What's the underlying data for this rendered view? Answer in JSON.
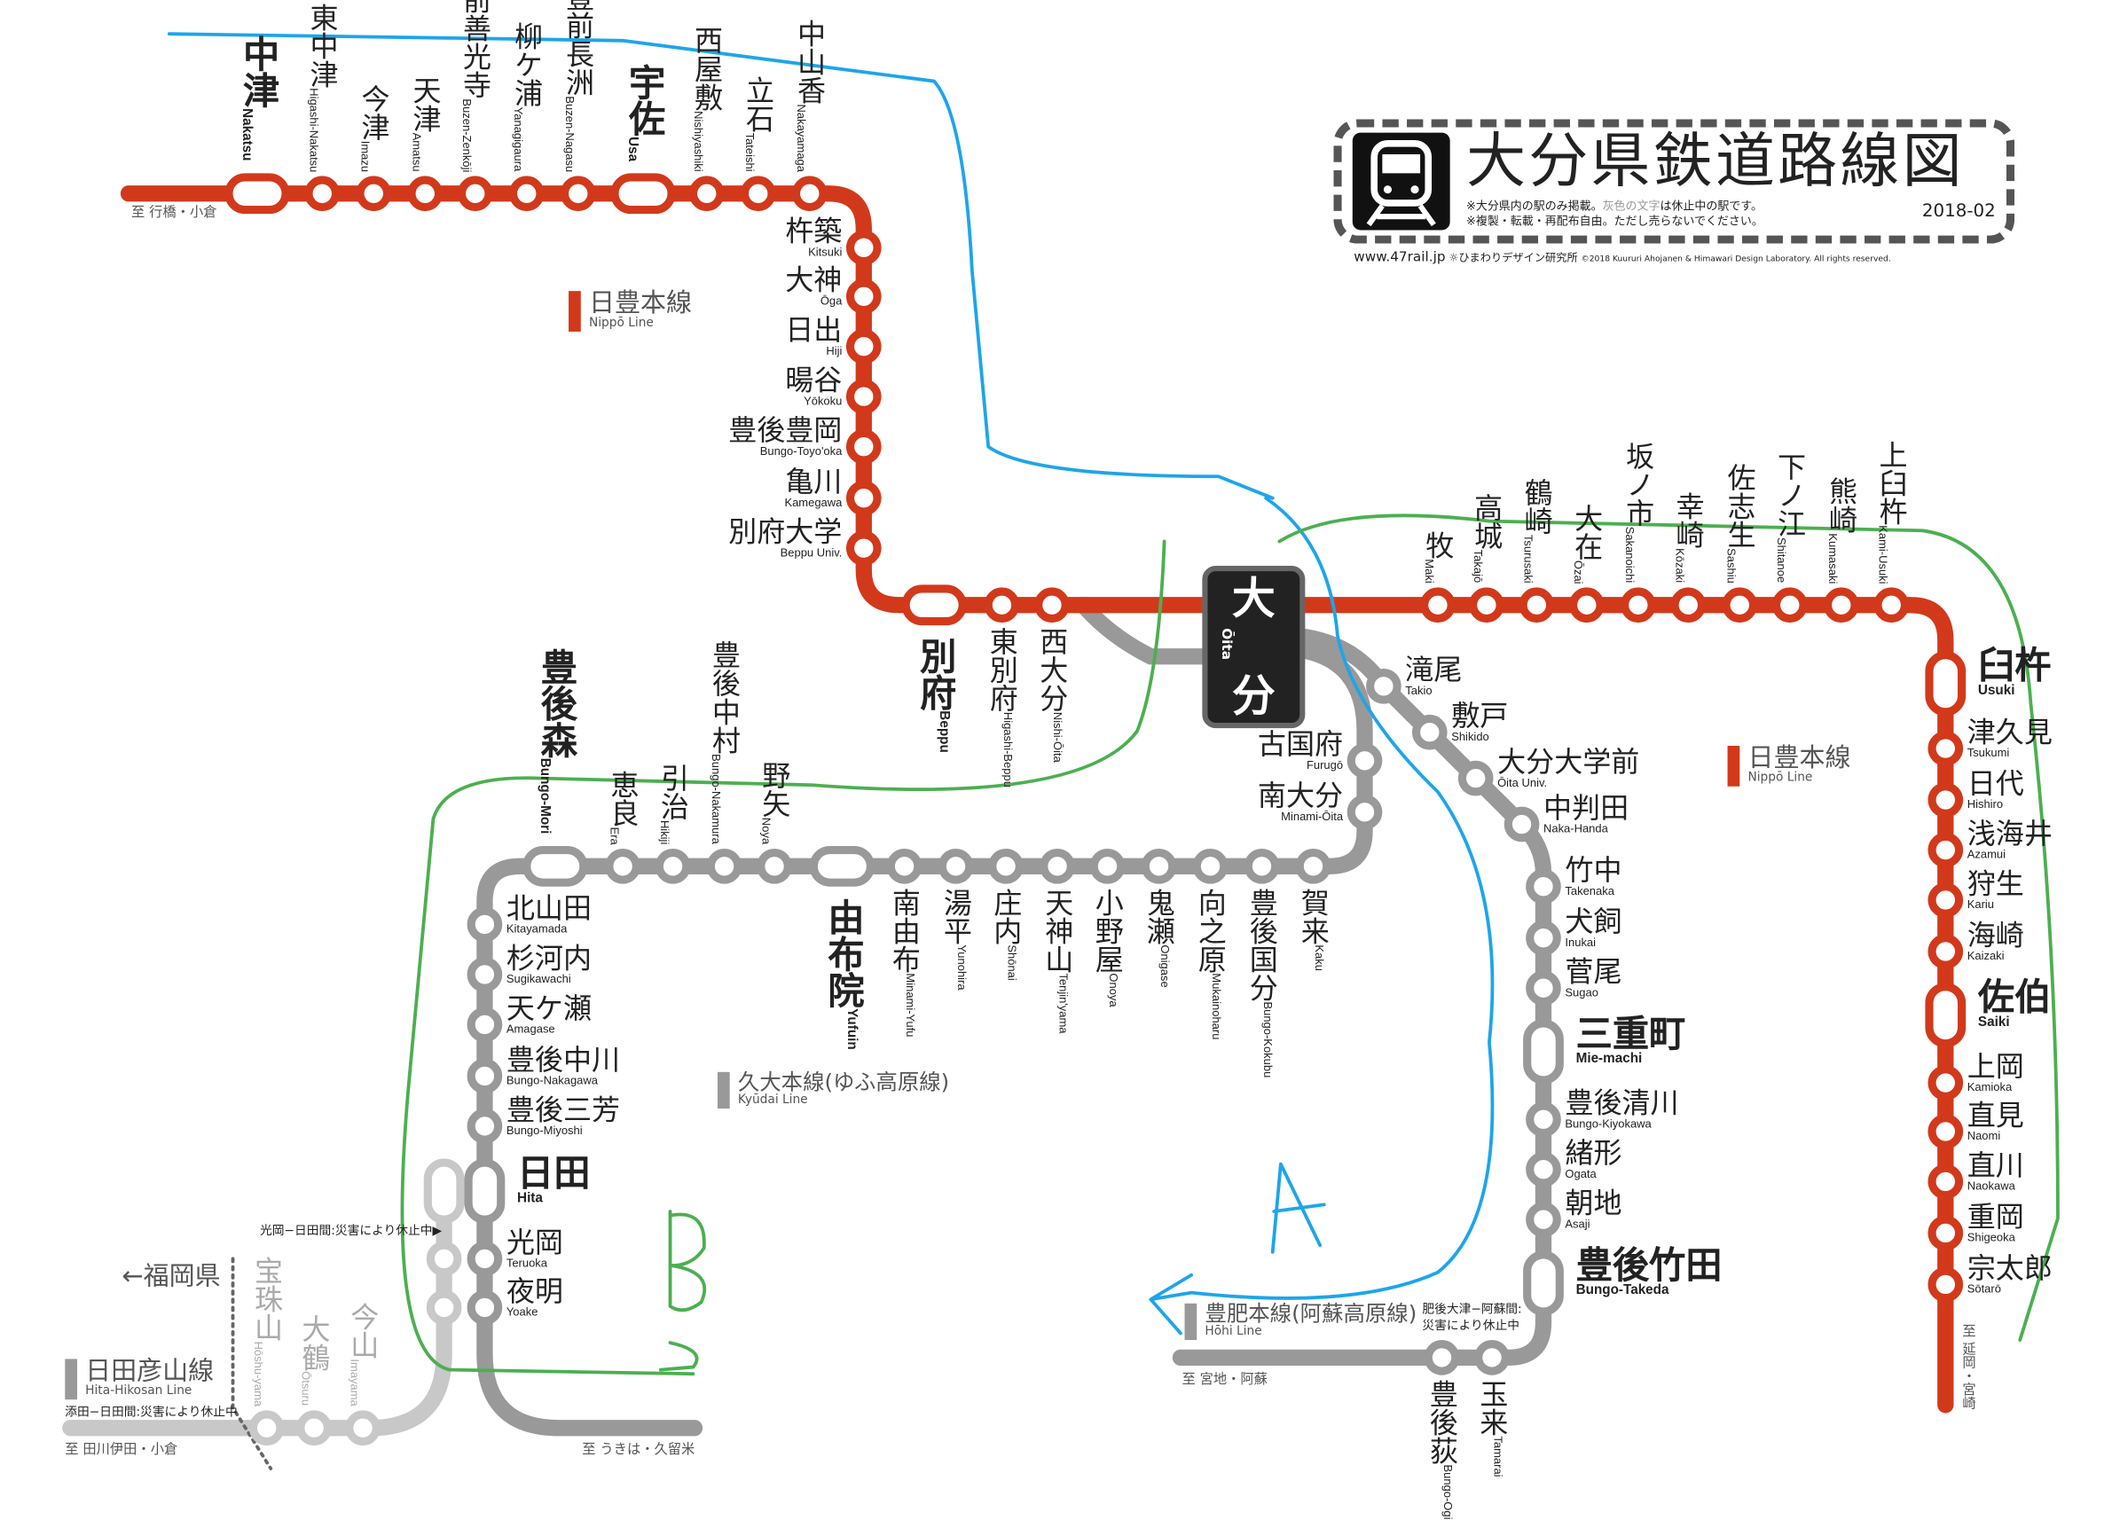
{
  "title": {
    "main": "大分県鉄道路線図",
    "note1_a": "※大分県内の駅のみ掲載。",
    "note1_gray": "灰色の文字",
    "note1_b": "は休止中の駅です。",
    "note2": "※複製・転載・再配布自由。ただし売らないでください。",
    "date": "2018-02",
    "site": "www.47rail.jp",
    "lab": "☼ひまわりデザイン研究所",
    "copyright": "©2018 Kuururi Ahojanen & Himawari Design Laboratory. All rights reserved."
  },
  "colors": {
    "nippo": "#d2391b",
    "kyudai": "#999999",
    "hohi": "#999999",
    "hita_hikosan": "#c8c8c8",
    "annotation_blue": "#1ea5e9",
    "annotation_green": "#4caf50"
  },
  "legends": {
    "nippo_1": {
      "jp": "日豊本線",
      "en": "Nippō Line"
    },
    "nippo_2": {
      "jp": "日豊本線",
      "en": "Nippō Line"
    },
    "kyudai": {
      "jp": "久大本線(ゆふ高原線)",
      "en": "Kyūdai Line"
    },
    "hohi": {
      "jp": "豊肥本線(阿蘇高原線)",
      "en": "Hōhi Line",
      "note1": "肥後大津−阿蘇間:",
      "note2": "災害により休止中"
    },
    "hita_hikosan": {
      "jp": "日田彦山線",
      "en": "Hita-Hikosan Line",
      "note": "添田−日田間:災害により休止中"
    }
  },
  "notes": {
    "teruoka_hita": "光岡−日田間:災害により休止中▶",
    "fukuoka": "←福岡県"
  },
  "directions": {
    "yukuhashi": "至 行橋・小倉",
    "tagawa": "至 田川伊田・小倉",
    "ukiha": "至 うきは・久留米",
    "miyaji": "至 宮地・阿蘇",
    "nobeoka": "至 延岡・宮崎"
  },
  "oita": {
    "k1": "大",
    "k2": "分",
    "en": "Ōita"
  },
  "stations": {
    "nippo_north": [
      {
        "jp": "中津",
        "en": "Nakatsu",
        "major": true
      },
      {
        "jp": "東中津",
        "en": "Higashi-Nakatsu"
      },
      {
        "jp": "今津",
        "en": "Imazu"
      },
      {
        "jp": "天津",
        "en": "Amatsu"
      },
      {
        "jp": "豊前善光寺",
        "en": "Buzen-Zenkōji"
      },
      {
        "jp": "柳ケ浦",
        "en": "Yanagigaura"
      },
      {
        "jp": "豊前長洲",
        "en": "Buzen-Nagasu"
      },
      {
        "jp": "宇佐",
        "en": "Usa",
        "major": true
      },
      {
        "jp": "西屋敷",
        "en": "Nishiyashiki"
      },
      {
        "jp": "立石",
        "en": "Tateishi"
      },
      {
        "jp": "中山香",
        "en": "Nakayamaga"
      }
    ],
    "nippo_kunisaki": [
      {
        "jp": "杵築",
        "en": "Kitsuki"
      },
      {
        "jp": "大神",
        "en": "Ōga"
      },
      {
        "jp": "日出",
        "en": "Hiji"
      },
      {
        "jp": "暘谷",
        "en": "Yōkoku"
      },
      {
        "jp": "豊後豊岡",
        "en": "Bungo-Toyo'oka"
      },
      {
        "jp": "亀川",
        "en": "Kamegawa"
      },
      {
        "jp": "別府大学",
        "en": "Beppu Univ."
      }
    ],
    "nippo_beppu": [
      {
        "jp": "別府",
        "en": "Beppu",
        "major": true
      },
      {
        "jp": "東別府",
        "en": "Higashi-Beppu"
      },
      {
        "jp": "西大分",
        "en": "Nishi-Ōita"
      }
    ],
    "nippo_east": [
      {
        "jp": "牧",
        "en": "Maki"
      },
      {
        "jp": "高城",
        "en": "Takajō"
      },
      {
        "jp": "鶴崎",
        "en": "Tsurusaki"
      },
      {
        "jp": "大在",
        "en": "Ōzai"
      },
      {
        "jp": "坂ノ市",
        "en": "Sakanoichi"
      },
      {
        "jp": "幸崎",
        "en": "Kōzaki"
      },
      {
        "jp": "佐志生",
        "en": "Sashiu"
      },
      {
        "jp": "下ノ江",
        "en": "Shitanoe"
      },
      {
        "jp": "熊崎",
        "en": "Kumasaki"
      },
      {
        "jp": "上臼杵",
        "en": "Kami-Usuki"
      }
    ],
    "nippo_south": [
      {
        "jp": "臼杵",
        "en": "Usuki",
        "major": true
      },
      {
        "jp": "津久見",
        "en": "Tsukumi"
      },
      {
        "jp": "日代",
        "en": "Hishiro"
      },
      {
        "jp": "浅海井",
        "en": "Azamui"
      },
      {
        "jp": "狩生",
        "en": "Kariu"
      },
      {
        "jp": "海崎",
        "en": "Kaizaki"
      },
      {
        "jp": "佐伯",
        "en": "Saiki",
        "major": true
      },
      {
        "jp": "上岡",
        "en": "Kamioka"
      },
      {
        "jp": "直見",
        "en": "Naomi"
      },
      {
        "jp": "直川",
        "en": "Naokawa"
      },
      {
        "jp": "重岡",
        "en": "Shigeoka"
      },
      {
        "jp": "宗太郎",
        "en": "Sōtarō"
      }
    ],
    "kyudai_south": [
      {
        "jp": "古国府",
        "en": "Furugō"
      },
      {
        "jp": "南大分",
        "en": "Minami-Ōita"
      }
    ],
    "kyudai_main": [
      {
        "jp": "賀来",
        "en": "Kaku"
      },
      {
        "jp": "豊後国分",
        "en": "Bungo-Kokubu"
      },
      {
        "jp": "向之原",
        "en": "Mukainoharu"
      },
      {
        "jp": "鬼瀬",
        "en": "Onigase"
      },
      {
        "jp": "小野屋",
        "en": "Onoya"
      },
      {
        "jp": "天神山",
        "en": "Tenjin'yama"
      },
      {
        "jp": "庄内",
        "en": "Shōnai"
      },
      {
        "jp": "湯平",
        "en": "Yunohira"
      },
      {
        "jp": "南由布",
        "en": "Minami-Yufu"
      },
      {
        "jp": "由布院",
        "en": "Yufuin",
        "major": true
      }
    ],
    "kyudai_west": [
      {
        "jp": "野矢",
        "en": "Noya"
      },
      {
        "jp": "豊後中村",
        "en": "Bungo-Nakamura"
      },
      {
        "jp": "引治",
        "en": "Hikiji"
      },
      {
        "jp": "恵良",
        "en": "Era"
      },
      {
        "jp": "豊後森",
        "en": "Bungo-Mori",
        "major": true
      }
    ],
    "kyudai_hita": [
      {
        "jp": "北山田",
        "en": "Kitayamada"
      },
      {
        "jp": "杉河内",
        "en": "Sugikawachi"
      },
      {
        "jp": "天ケ瀬",
        "en": "Amagase"
      },
      {
        "jp": "豊後中川",
        "en": "Bungo-Nakagawa"
      },
      {
        "jp": "豊後三芳",
        "en": "Bungo-Miyoshi"
      },
      {
        "jp": "日田",
        "en": "Hita",
        "major": true
      },
      {
        "jp": "光岡",
        "en": "Teruoka"
      },
      {
        "jp": "夜明",
        "en": "Yoake"
      }
    ],
    "hita_hikosan": [
      {
        "jp": "宝珠山",
        "en": "Hōshu-yama",
        "suspended": true
      },
      {
        "jp": "大鶴",
        "en": "Ōtsuru",
        "suspended": true
      },
      {
        "jp": "今山",
        "en": "Imayama",
        "suspended": true
      }
    ],
    "hohi": [
      {
        "jp": "滝尾",
        "en": "Takio"
      },
      {
        "jp": "敷戸",
        "en": "Shikido"
      },
      {
        "jp": "大分大学前",
        "en": "Ōita Univ."
      },
      {
        "jp": "中判田",
        "en": "Naka-Handa"
      },
      {
        "jp": "竹中",
        "en": "Takenaka"
      },
      {
        "jp": "犬飼",
        "en": "Inukai"
      },
      {
        "jp": "菅尾",
        "en": "Sugao"
      },
      {
        "jp": "三重町",
        "en": "Mie-machi",
        "major": true
      },
      {
        "jp": "豊後清川",
        "en": "Bungo-Kiyokawa"
      },
      {
        "jp": "緒形",
        "en": "Ogata"
      },
      {
        "jp": "朝地",
        "en": "Asaji"
      },
      {
        "jp": "豊後竹田",
        "en": "Bungo-Takeda",
        "major": true
      }
    ],
    "hohi_west": [
      {
        "jp": "玉来",
        "en": "Tamarai"
      },
      {
        "jp": "豊後荻",
        "en": "Bungo-Ogi"
      }
    ]
  },
  "annotations": {
    "letter_a": "A",
    "letter_b": "B"
  }
}
